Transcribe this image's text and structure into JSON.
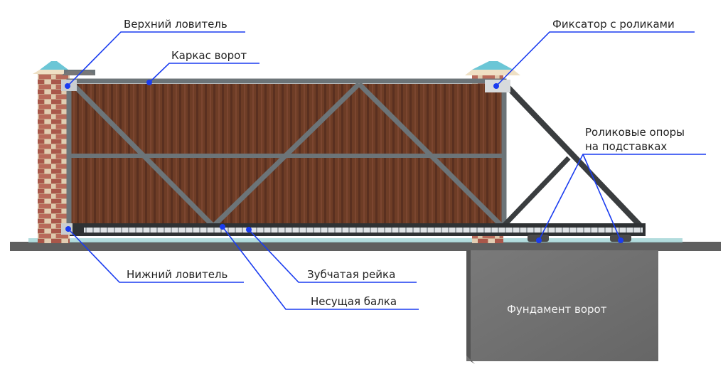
{
  "diagram": {
    "type": "sliding-gate-structure",
    "colors": {
      "leader_line": "#1a3cf0",
      "panel": "#6b3b24",
      "frame": "#6c7478",
      "pillar_cap": "#6bc6d6",
      "foundation": "#707070",
      "ground": "#5b5b5b"
    },
    "labels": {
      "upper_catcher": "Верхний ловитель",
      "gate_frame": "Каркас ворот",
      "roller_lock": "Фиксатор с роликами",
      "roller_supports_line1": "Роликовые опоры",
      "roller_supports_line2": "на подставках",
      "lower_catcher": "Нижний ловитель",
      "gear_rack": "Зубчатая рейка",
      "bearing_beam": "Несущая балка",
      "foundation": "Фундамент ворот"
    }
  }
}
